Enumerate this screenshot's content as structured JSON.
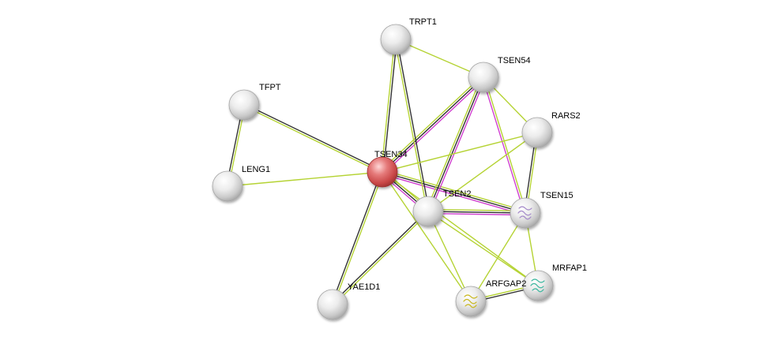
{
  "network": {
    "colors": {
      "query_node": "#e06b6b",
      "neighbor_node": "#dcdcdc",
      "edge_yellowgreen": "#b5d334",
      "edge_black": "#333333",
      "edge_magenta": "#d040d0"
    },
    "nodes": [
      {
        "id": "TSEN34",
        "label": "TSEN34",
        "query": true,
        "icon": ""
      },
      {
        "id": "TRPT1",
        "label": "TRPT1",
        "query": false,
        "icon": ""
      },
      {
        "id": "TSEN54",
        "label": "TSEN54",
        "query": false,
        "icon": ""
      },
      {
        "id": "TFPT",
        "label": "TFPT",
        "query": false,
        "icon": ""
      },
      {
        "id": "RARS2",
        "label": "RARS2",
        "query": false,
        "icon": ""
      },
      {
        "id": "LENG1",
        "label": "LENG1",
        "query": false,
        "icon": ""
      },
      {
        "id": "TSEN2",
        "label": "TSEN2",
        "query": false,
        "icon": ""
      },
      {
        "id": "TSEN15",
        "label": "TSEN15",
        "query": false,
        "icon": "protein-structure-icon"
      },
      {
        "id": "MRFAP1",
        "label": "MRFAP1",
        "query": false,
        "icon": "protein-structure-icon"
      },
      {
        "id": "ARFGAP2",
        "label": "ARFGAP2",
        "query": false,
        "icon": "protein-structure-icon"
      },
      {
        "id": "YAE1D1",
        "label": "YAE1D1",
        "query": false,
        "icon": ""
      }
    ],
    "edges": [
      {
        "source": "TSEN34",
        "target": "TSEN54",
        "types": [
          "yellowgreen",
          "black",
          "magenta"
        ]
      },
      {
        "source": "TSEN34",
        "target": "TSEN2",
        "types": [
          "yellowgreen",
          "black",
          "magenta"
        ]
      },
      {
        "source": "TSEN34",
        "target": "TSEN15",
        "types": [
          "yellowgreen",
          "black",
          "magenta"
        ]
      },
      {
        "source": "TSEN2",
        "target": "TSEN54",
        "types": [
          "yellowgreen",
          "black",
          "magenta"
        ]
      },
      {
        "source": "TSEN2",
        "target": "TSEN15",
        "types": [
          "yellowgreen",
          "black",
          "magenta"
        ]
      },
      {
        "source": "TSEN54",
        "target": "TSEN15",
        "types": [
          "yellowgreen",
          "magenta"
        ]
      },
      {
        "source": "TSEN34",
        "target": "TRPT1",
        "types": [
          "yellowgreen",
          "black"
        ]
      },
      {
        "source": "TSEN2",
        "target": "TRPT1",
        "types": [
          "yellowgreen",
          "black"
        ]
      },
      {
        "source": "TSEN34",
        "target": "TFPT",
        "types": [
          "yellowgreen",
          "black"
        ]
      },
      {
        "source": "TFPT",
        "target": "LENG1",
        "types": [
          "yellowgreen",
          "black"
        ]
      },
      {
        "source": "TSEN34",
        "target": "YAE1D1",
        "types": [
          "yellowgreen",
          "black"
        ]
      },
      {
        "source": "TSEN2",
        "target": "YAE1D1",
        "types": [
          "yellowgreen",
          "black"
        ]
      },
      {
        "source": "RARS2",
        "target": "TSEN15",
        "types": [
          "yellowgreen",
          "black"
        ]
      },
      {
        "source": "ARFGAP2",
        "target": "MRFAP1",
        "types": [
          "yellowgreen",
          "black"
        ]
      },
      {
        "source": "TSEN34",
        "target": "LENG1",
        "types": [
          "yellowgreen"
        ]
      },
      {
        "source": "TSEN34",
        "target": "RARS2",
        "types": [
          "yellowgreen"
        ]
      },
      {
        "source": "TRPT1",
        "target": "TSEN54",
        "types": [
          "yellowgreen"
        ]
      },
      {
        "source": "TSEN54",
        "target": "RARS2",
        "types": [
          "yellowgreen"
        ]
      },
      {
        "source": "TSEN2",
        "target": "RARS2",
        "types": [
          "yellowgreen"
        ]
      },
      {
        "source": "TSEN2",
        "target": "ARFGAP2",
        "types": [
          "yellowgreen"
        ]
      },
      {
        "source": "TSEN2",
        "target": "MRFAP1",
        "types": [
          "yellowgreen"
        ]
      },
      {
        "source": "TSEN15",
        "target": "MRFAP1",
        "types": [
          "yellowgreen"
        ]
      },
      {
        "source": "TSEN15",
        "target": "ARFGAP2",
        "types": [
          "yellowgreen"
        ]
      },
      {
        "source": "TSEN34",
        "target": "ARFGAP2",
        "types": [
          "yellowgreen"
        ]
      },
      {
        "source": "TSEN34",
        "target": "MRFAP1",
        "types": [
          "yellowgreen"
        ]
      }
    ]
  }
}
